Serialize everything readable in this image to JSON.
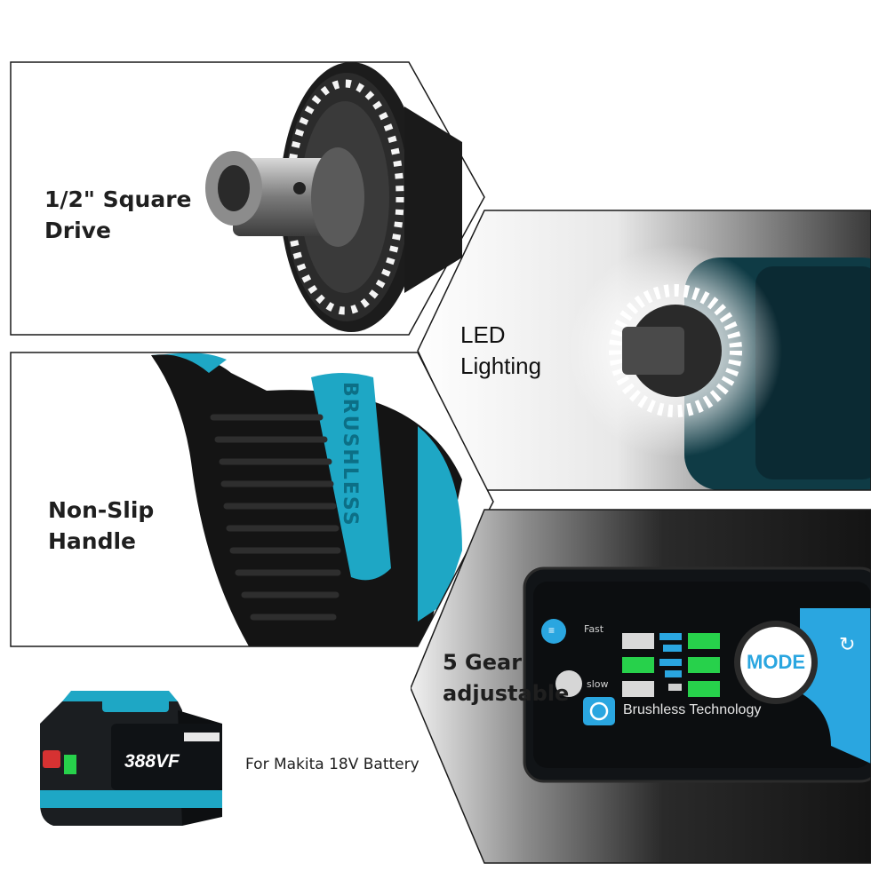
{
  "features": {
    "square_drive": {
      "line1": "1/2\" Square",
      "line2": "Drive"
    },
    "led": {
      "line1": "LED",
      "line2": "Lighting"
    },
    "handle": {
      "line1": "Non-Slip",
      "line2": "Handle"
    },
    "gear": {
      "line1": "5 Gear",
      "line2": "adjustable"
    },
    "battery": {
      "caption": "For Makita 18V Battery"
    }
  },
  "handle_panel": {
    "brand_text": "BRUSHLESS"
  },
  "control_panel": {
    "fast_label": "Fast",
    "slow_label": "slow",
    "mode_label": "MODE",
    "tech_label": "Brushless Technology"
  },
  "battery_pack": {
    "model_label": "388VF"
  },
  "colors": {
    "accent_teal": "#1ea7c5",
    "indicator_green": "#27d14b",
    "panel_dark": "#111417",
    "mode_blue": "#2aa6e0"
  }
}
